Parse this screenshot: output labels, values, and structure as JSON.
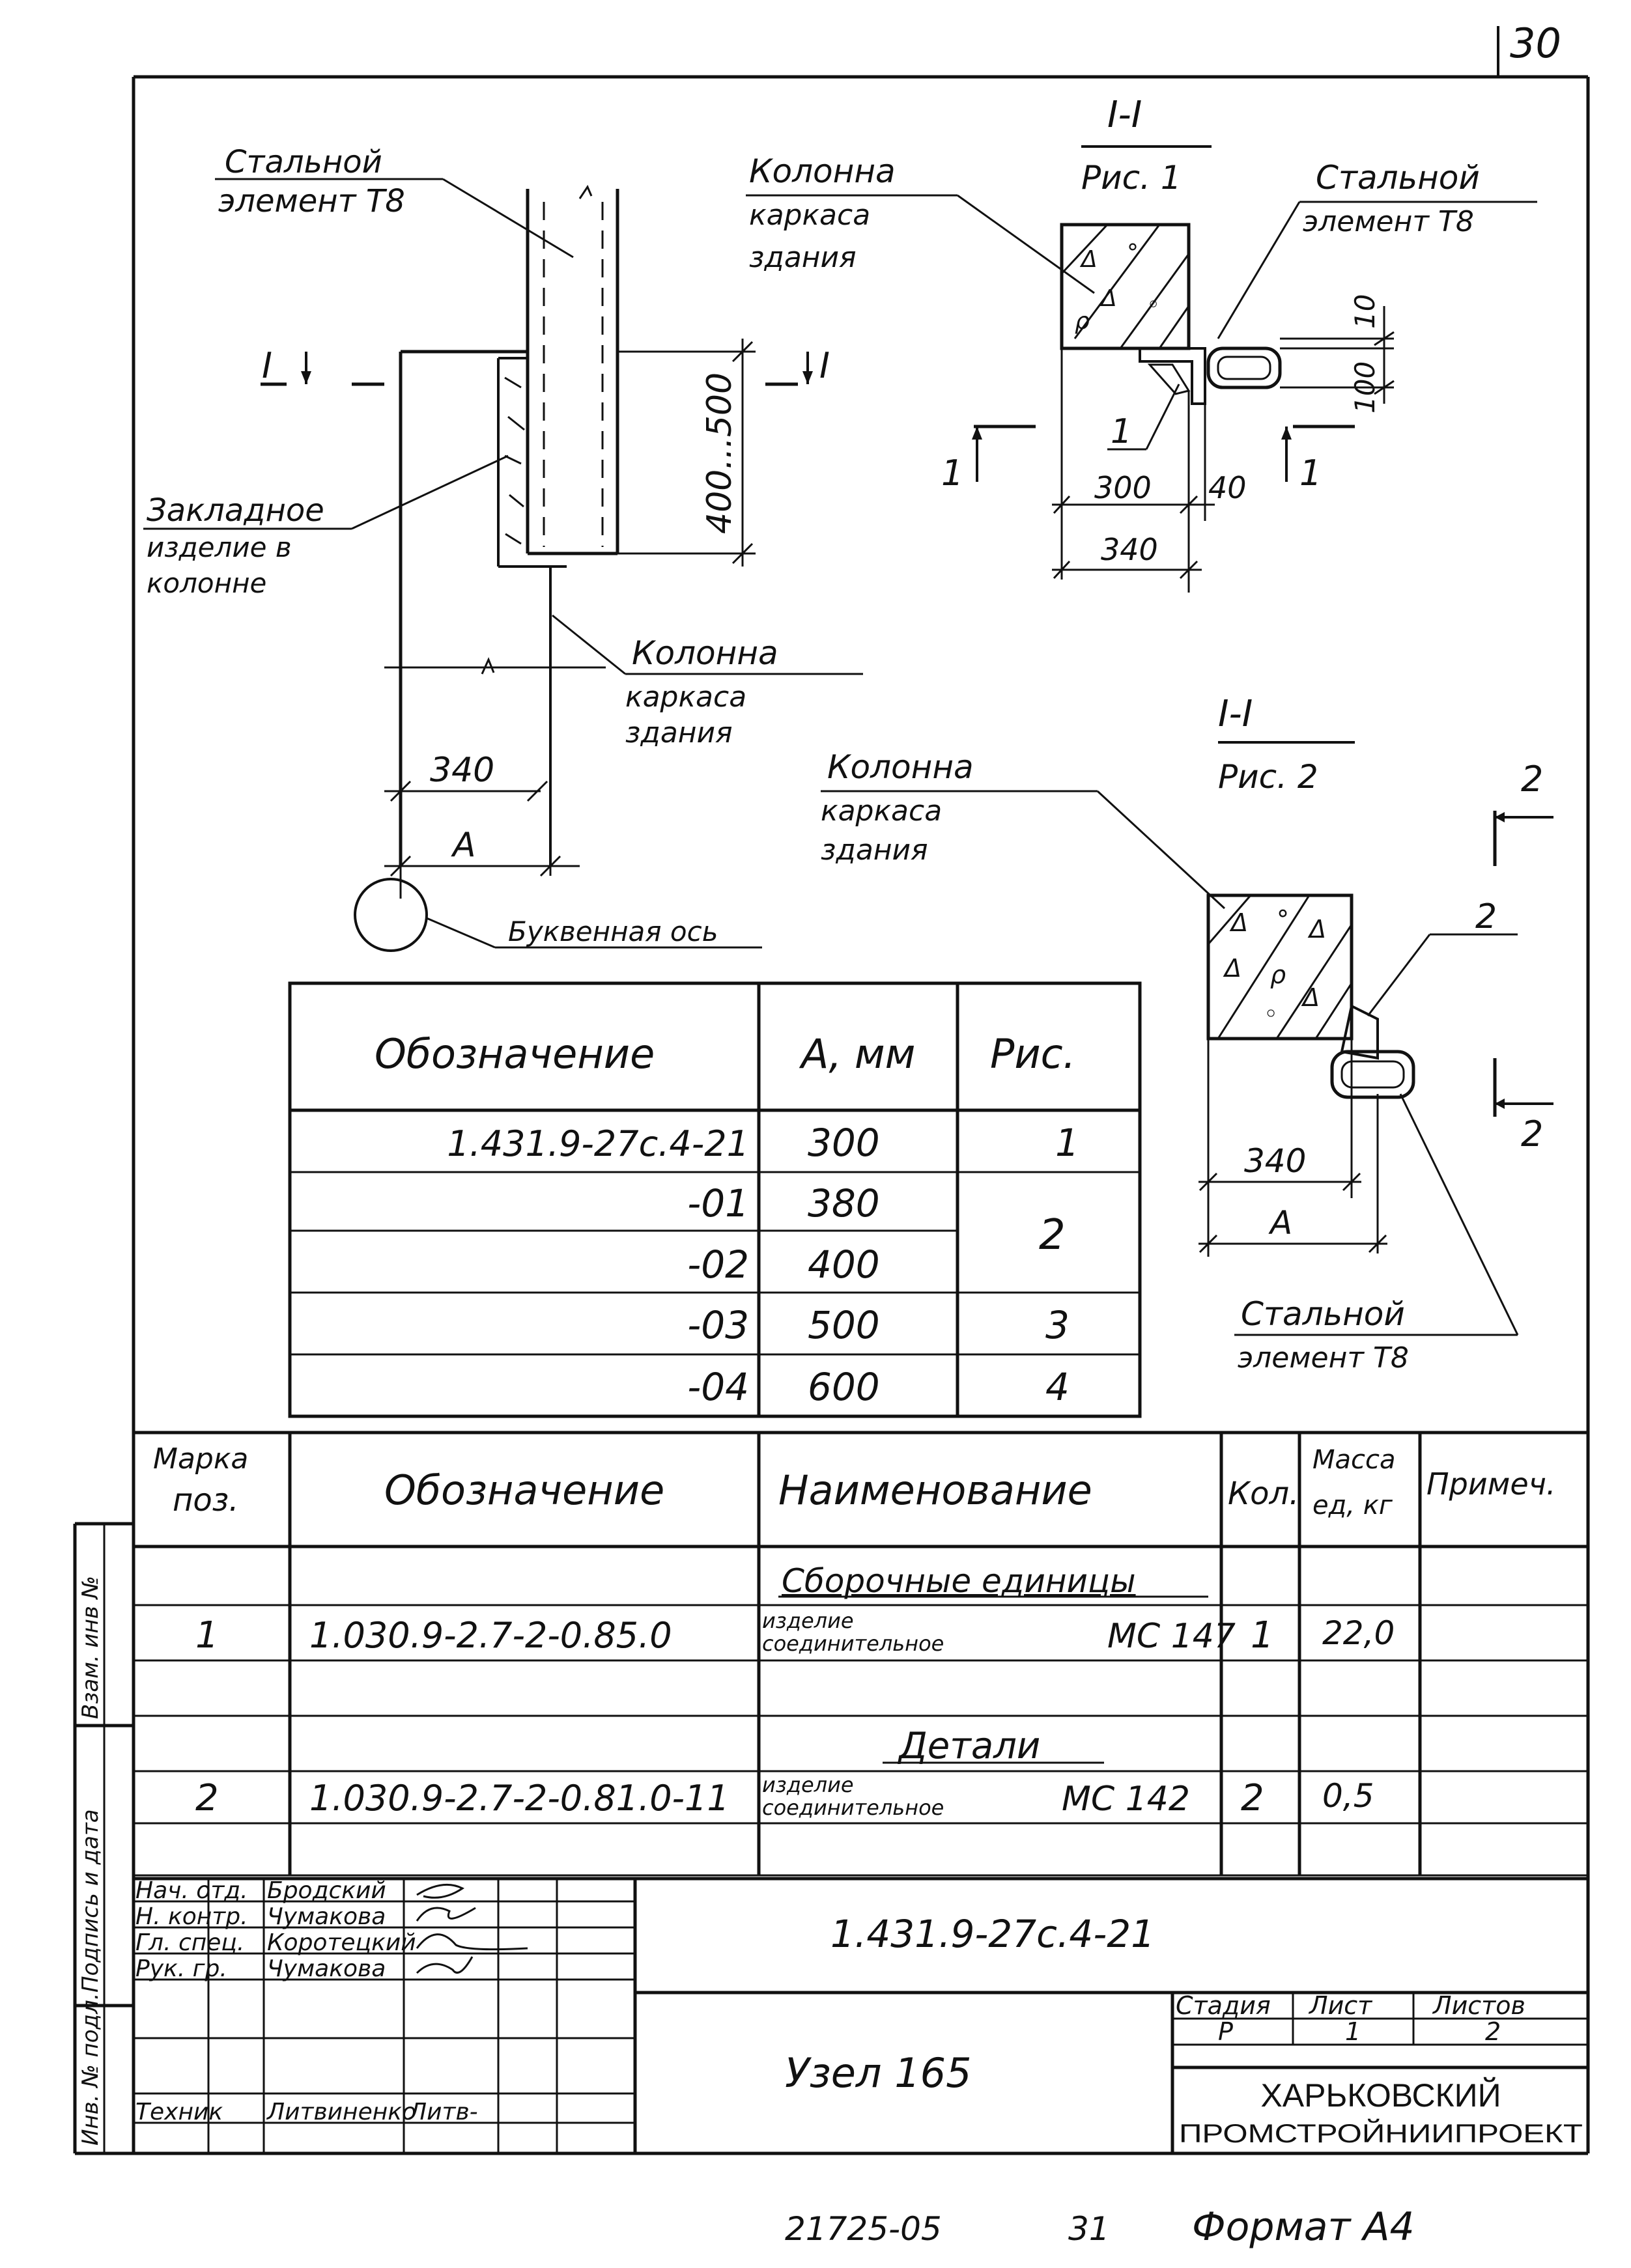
{
  "sheet_number": "30",
  "format_label": "Формат А4",
  "bottom_codes": {
    "doc_code": "21725-05",
    "page": "31"
  },
  "drawing": {
    "main_view": {
      "steel_label": [
        "Стальной",
        "элемент Т8"
      ],
      "embedded_label": [
        "Закладное",
        "изделие в",
        "колонне"
      ],
      "column_label": [
        "Колонна",
        "каркаса",
        "здания"
      ],
      "section_mark": "I",
      "dim_height": "400...500",
      "dim_340": "340",
      "dim_a": "А",
      "axis_label": "Буквенная ось"
    },
    "section1": {
      "title": "I-I",
      "subtitle": "Рис. 1",
      "column_label": [
        "Колонна",
        "каркаса",
        "здания"
      ],
      "steel_label": [
        "Стальной",
        "элемент Т8"
      ],
      "dim_10": "10",
      "dim_100": "100",
      "dim_300": "300",
      "dim_40": "40",
      "dim_340": "340",
      "pos_mark": "1",
      "cut_mark": "1"
    },
    "section2": {
      "title": "I-I",
      "subtitle": "Рис. 2",
      "column_label": [
        "Колонна",
        "каркаса",
        "здания"
      ],
      "steel_label": [
        "Стальной",
        "элемент Т8"
      ],
      "dim_340": "340",
      "dim_a": "А",
      "pos_mark": "2",
      "cut_mark": "2"
    }
  },
  "variants_table": {
    "headers": [
      "Обозначение",
      "А, мм",
      "Рис."
    ],
    "rows": [
      {
        "designation": "1.431.9-27с.4-21",
        "a": "300",
        "fig": "1"
      },
      {
        "designation": "-01",
        "a": "380",
        "fig": ""
      },
      {
        "designation": "-02",
        "a": "400",
        "fig": ""
      },
      {
        "designation": "-03",
        "a": "500",
        "fig": "3"
      },
      {
        "designation": "-04",
        "a": "600",
        "fig": "4"
      }
    ],
    "merged_fig": "2"
  },
  "spec_table": {
    "headers": {
      "pos": [
        "Марка",
        "поз."
      ],
      "designation": "Обозначение",
      "name": "Наименование",
      "qty": "Кол.",
      "mass": [
        "Масса",
        "ед, кг"
      ],
      "note": "Примеч."
    },
    "section_assembly": "Сборочные единицы",
    "section_parts": "Детали",
    "items": [
      {
        "pos": "1",
        "designation": "1.030.9-2.7-2-0.85.0",
        "name": [
          "изделие",
          "соединительное"
        ],
        "code": "МС 147",
        "qty": "1",
        "mass": "22,0"
      },
      {
        "pos": "2",
        "designation": "1.030.9-2.7-2-0.81.0-11",
        "name": [
          "изделие",
          "соединительное"
        ],
        "code": "МС 142",
        "qty": "2",
        "mass": "0,5"
      }
    ]
  },
  "side_stamp": [
    "Инв. № подл.",
    "Подпись и дата",
    "Взам. инв №"
  ],
  "title_block": {
    "roles": [
      {
        "role": "Нач. отд.",
        "name": "Бродский",
        "sign": ""
      },
      {
        "role": "Н. контр.",
        "name": "Чумакова",
        "sign": ""
      },
      {
        "role": "Гл. спец.",
        "name": "Коротецкий",
        "sign": ""
      },
      {
        "role": "Рук. гр.",
        "name": "Чумакова",
        "sign": ""
      },
      {
        "role": "",
        "name": "",
        "sign": ""
      },
      {
        "role": "Техник",
        "name": "Литвиненко",
        "sign": "Литв-"
      }
    ],
    "doc_number": "1.431.9-27с.4-21",
    "item_title": "Узел 165",
    "stage_label": "Стадия",
    "sheet_label": "Лист",
    "sheets_label": "Листов",
    "stage": "Р",
    "sheet": "1",
    "sheets": "2",
    "org": [
      "ХАРЬКОВСКИЙ",
      "ПРОМСТРОЙНИИПРОЕКТ"
    ]
  }
}
